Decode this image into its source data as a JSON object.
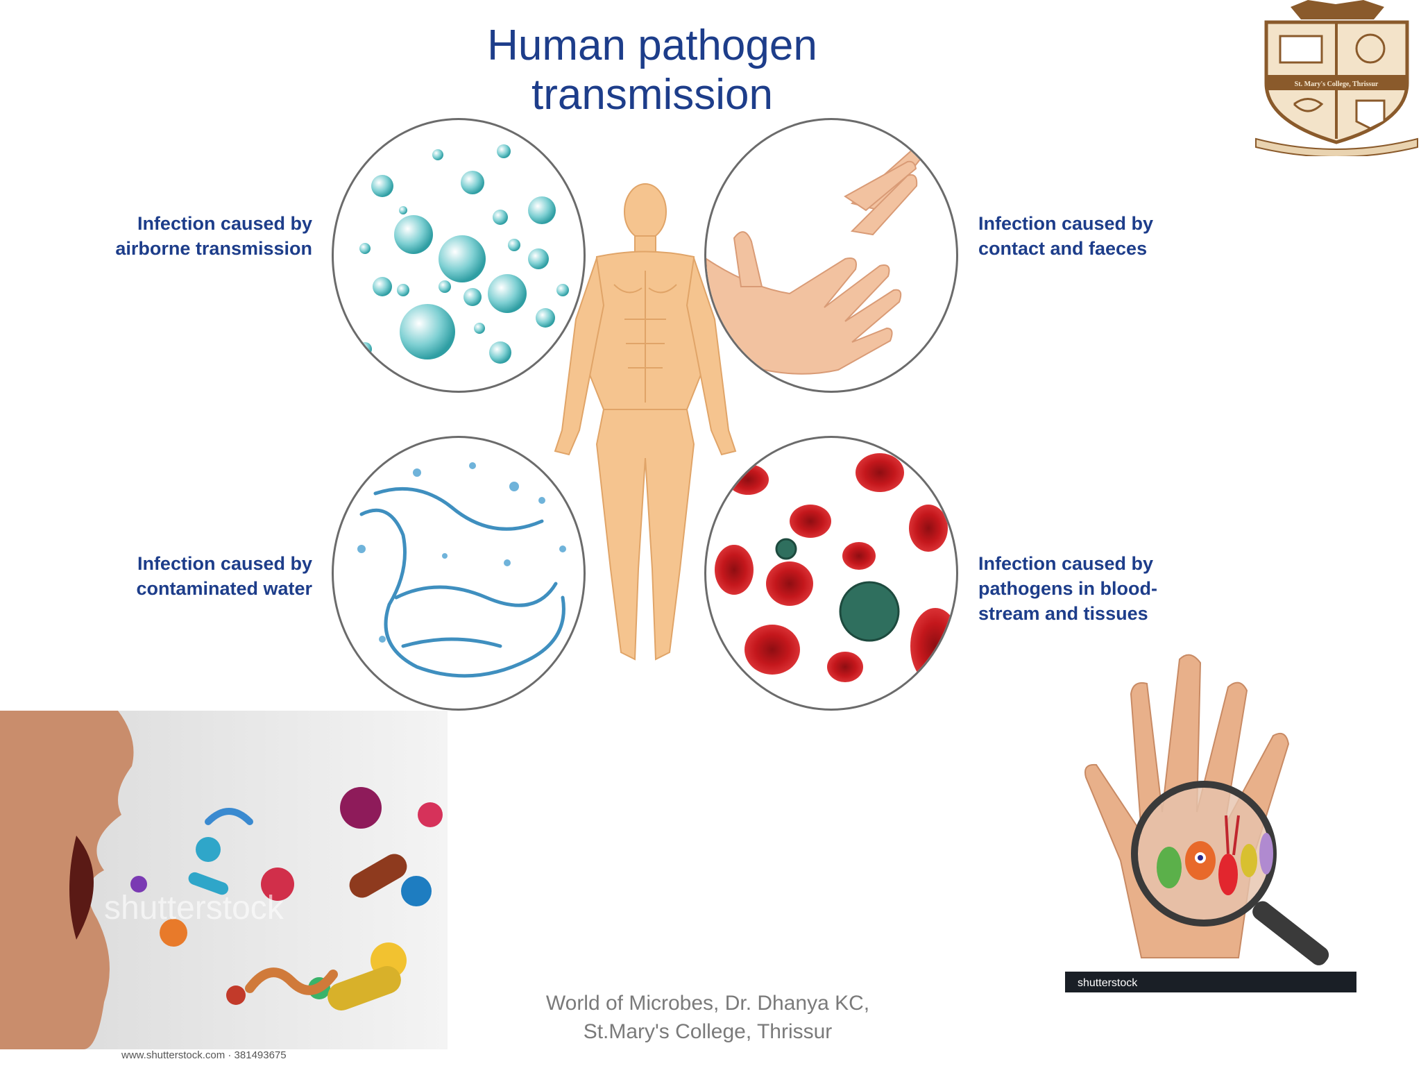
{
  "title": "Human pathogen transmission",
  "labels": {
    "airborne": [
      "Infection caused by",
      "airborne transmission"
    ],
    "contact": [
      "Infection caused by",
      "contact and faeces"
    ],
    "water": [
      "Infection caused by",
      "contaminated water"
    ],
    "blood": [
      "Infection caused by",
      "pathogens in blood-",
      "stream and tissues"
    ]
  },
  "footer": [
    "World of Microbes, Dr. Dhanya KC,",
    "St.Mary's College, Thrissur"
  ],
  "watermarks": {
    "cough_image": "shutterstock",
    "cough_credit": "www.shutterstock.com · 381493675",
    "hand_image": "shutterstock"
  },
  "crest_text": "St. Mary's College, Thrissur",
  "icons": [
    "college-crest-icon",
    "human-body-icon",
    "water-bubbles-icon",
    "hands-icon",
    "water-splash-icon",
    "blood-cells-icon",
    "cough-microbes-icon",
    "magnified-hand-icon"
  ]
}
